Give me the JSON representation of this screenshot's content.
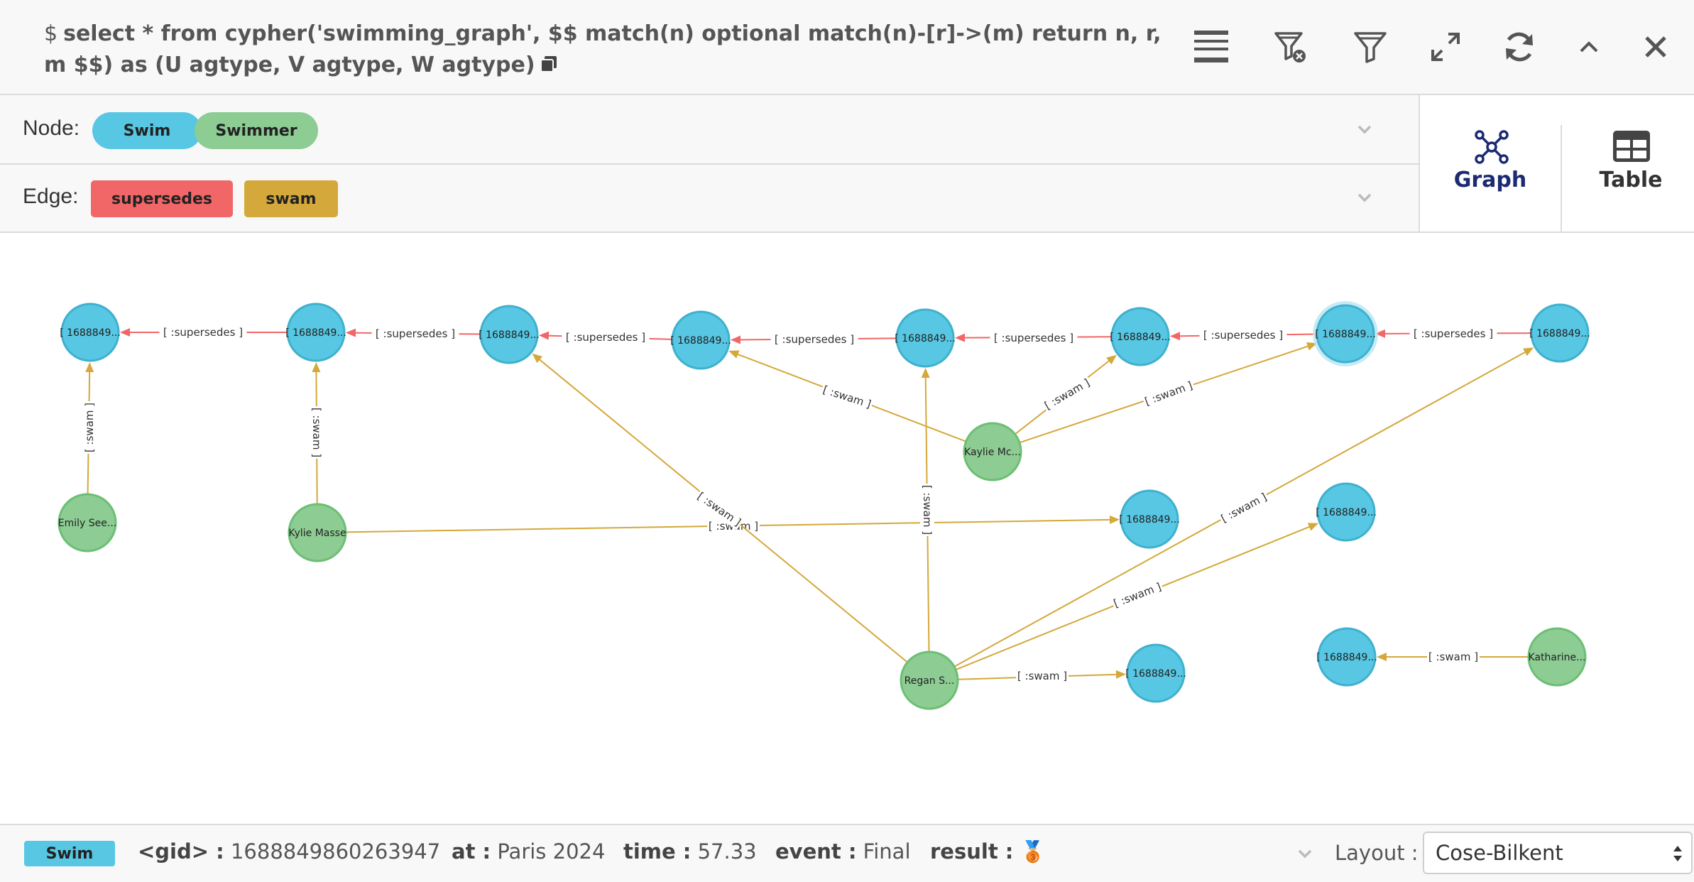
{
  "query": {
    "prompt": "$",
    "text": "select * from cypher('swimming_graph', $$ match(n) optional match(n)-[r]->(m) return n, r, m $$) as (U agtype, V agtype, W agtype)"
  },
  "toolbar": {
    "icons": [
      "menu-icon",
      "filter-remove-icon",
      "filter-icon",
      "expand-icon",
      "refresh-icon",
      "chevron-up-icon",
      "close-icon"
    ]
  },
  "node_filter": {
    "label": "Node:",
    "items": [
      {
        "label": "Swim",
        "color": "#57c7e3"
      },
      {
        "label": "Swimmer",
        "color": "#8dcc93"
      }
    ]
  },
  "edge_filter": {
    "label": "Edge:",
    "items": [
      {
        "label": "supersedes",
        "color": "#f16667"
      },
      {
        "label": "swam",
        "color": "#d9a838"
      }
    ]
  },
  "view_switch": {
    "graph_label": "Graph",
    "table_label": "Table",
    "active": "graph"
  },
  "graph": {
    "colors": {
      "swim": "#57c7e3",
      "swimmer": "#8dcc93",
      "supersedes": "#f16667",
      "swam": "#d4a83a"
    },
    "node_labels": {
      "s1": "[ 1688849...",
      "s2": "[ 1688849...",
      "s3": "[ 1688849...",
      "s4": "[ 1688849...",
      "s5": "[ 1688849...",
      "s6": "[ 1688849...",
      "s7": "[ 1688849...",
      "s8": "[ 1688849...",
      "s9": "[ 1688849...",
      "s10": "[ 1688849...",
      "s11": "[ 1688849...",
      "s12": "[ 1688849...",
      "w1": "Emily See...",
      "w2": "Kylie Masse",
      "w3": "Kaylie Mc...",
      "w4": "Regan S...",
      "w5": "Katharine..."
    },
    "edge_labels": {
      "supersedes": "[ :supersedes ]",
      "swam": "[ :swam ]"
    }
  },
  "footer": {
    "badge": "Swim",
    "props": [
      {
        "key": "<gid> :",
        "value": "1688849860263947"
      },
      {
        "key": "at :",
        "value": "Paris 2024"
      },
      {
        "key": "time :",
        "value": "57.33"
      },
      {
        "key": "event :",
        "value": "Final"
      },
      {
        "key": "result :",
        "value": "🥉"
      }
    ],
    "layout_label": "Layout :",
    "layout_value": "Cose-Bilkent"
  }
}
